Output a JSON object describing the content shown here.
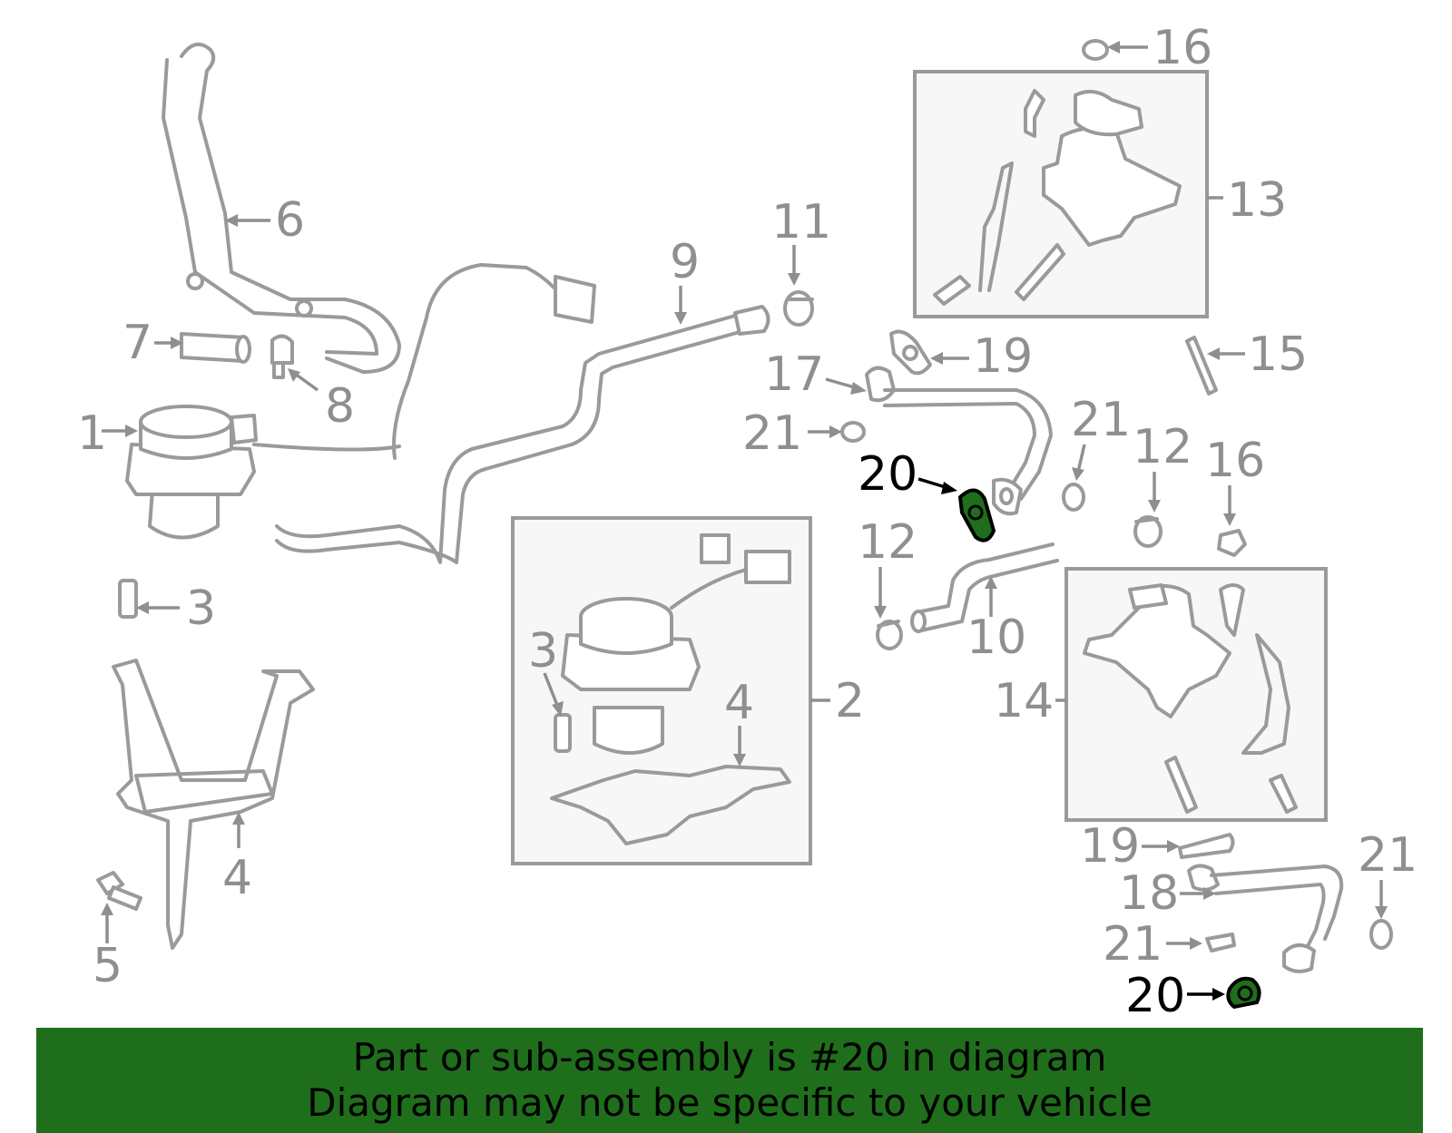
{
  "callouts": {
    "c1": "1",
    "c2": "2",
    "c3a": "3",
    "c3b": "3",
    "c4a": "4",
    "c4b": "4",
    "c5": "5",
    "c6": "6",
    "c7": "7",
    "c8": "8",
    "c9": "9",
    "c10": "10",
    "c11": "11",
    "c12a": "12",
    "c12b": "12",
    "c13": "13",
    "c14": "14",
    "c15": "15",
    "c16a": "16",
    "c16b": "16",
    "c17": "17",
    "c18": "18",
    "c19a": "19",
    "c19b": "19",
    "c20a": "20",
    "c20b": "20",
    "c21a": "21",
    "c21b": "21",
    "c21c": "21",
    "c21d": "21"
  },
  "highlight": {
    "part_number": "20",
    "color": "#1f6e1b"
  },
  "banner": {
    "line1": "Part or sub-assembly is #20 in diagram",
    "line2": "Diagram may not be specific to your vehicle"
  }
}
